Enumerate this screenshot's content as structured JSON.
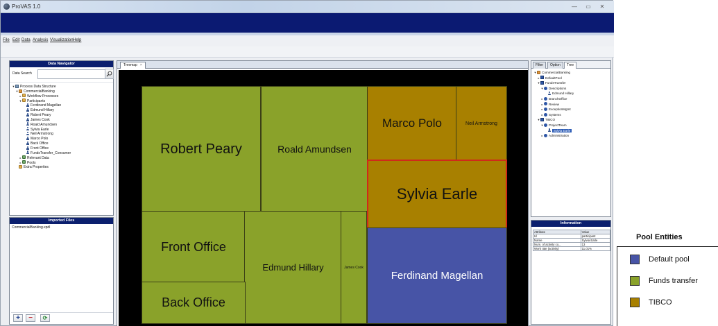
{
  "window": {
    "title": "ProVAS 1.0",
    "controls": {
      "minimize": "—",
      "maximize": "▭",
      "close": "✕"
    }
  },
  "menubar": {
    "items": [
      "File",
      "Edit",
      "Data",
      "Analysis",
      "Visualization",
      "Help"
    ]
  },
  "data_navigator": {
    "title": "Data Navigator",
    "search_label": "Data Search",
    "search_value": "",
    "tree": [
      {
        "label": "Process Data Structure",
        "level": 0,
        "toggle": "▼",
        "icon": "db-icon"
      },
      {
        "label": "CommercialBanking",
        "level": 1,
        "toggle": "▼",
        "icon": "pool-icon"
      },
      {
        "label": "Workflow Processes",
        "level": 2,
        "toggle": "▸",
        "icon": "folder-icon"
      },
      {
        "label": "Participants",
        "level": 2,
        "toggle": "▼",
        "icon": "folder-icon"
      },
      {
        "label": "Ferdinand Magellan",
        "level": 3,
        "toggle": "",
        "icon": "person-icon"
      },
      {
        "label": "Edmund Hillary",
        "level": 3,
        "toggle": "",
        "icon": "person-icon"
      },
      {
        "label": "Robert Peary",
        "level": 3,
        "toggle": "",
        "icon": "person-icon"
      },
      {
        "label": "James Cook",
        "level": 3,
        "toggle": "",
        "icon": "person-icon"
      },
      {
        "label": "Roald Amundsen",
        "level": 3,
        "toggle": "",
        "icon": "person-icon"
      },
      {
        "label": "Sylvia Earle",
        "level": 3,
        "toggle": "",
        "icon": "person-icon"
      },
      {
        "label": "Neil Armstrong",
        "level": 3,
        "toggle": "",
        "icon": "person-icon"
      },
      {
        "label": "Marco Polo",
        "level": 3,
        "toggle": "",
        "icon": "person-icon"
      },
      {
        "label": "Back Office",
        "level": 3,
        "toggle": "",
        "icon": "person-icon"
      },
      {
        "label": "Front Office",
        "level": 3,
        "toggle": "",
        "icon": "person-icon"
      },
      {
        "label": "FundsTransfer_Consumer",
        "level": 3,
        "toggle": "",
        "icon": "person-icon"
      },
      {
        "label": "Relevant Data",
        "level": 2,
        "toggle": "▸",
        "icon": "folder-green-icon"
      },
      {
        "label": "Pools",
        "level": 2,
        "toggle": "▸",
        "icon": "folder-green-icon"
      },
      {
        "label": "Extra Properties",
        "level": 1,
        "toggle": "",
        "icon": "folder-icon"
      }
    ]
  },
  "imported_files": {
    "title": "Imported Files",
    "files": [
      "CommercialBanking.xpdl"
    ],
    "buttons": {
      "add": "+",
      "remove": "−",
      "refresh": "⟳"
    }
  },
  "main_tab": {
    "label": "Treemap",
    "close": "×"
  },
  "treemap": {
    "cells": [
      {
        "label": "Robert Peary",
        "pool": "funds",
        "font": 20
      },
      {
        "label": "Roald Amundsen",
        "pool": "funds",
        "font": 14
      },
      {
        "label": "Marco Polo",
        "pool": "tibco",
        "font": 17
      },
      {
        "label": "Neil Armstrong",
        "pool": "tibco",
        "font": 7
      },
      {
        "label": "Sylvia Earle",
        "pool": "tibco",
        "font": 22,
        "selected": true
      },
      {
        "label": "Front Office",
        "pool": "funds",
        "font": 18
      },
      {
        "label": "Edmund Hillary",
        "pool": "funds",
        "font": 13
      },
      {
        "label": "James Cook",
        "pool": "funds",
        "font": 5
      },
      {
        "label": "Ferdinand Magellan",
        "pool": "default",
        "font": 15
      },
      {
        "label": "Back Office",
        "pool": "funds",
        "font": 18
      }
    ]
  },
  "right_panel": {
    "tabs": [
      "Filter",
      "Option",
      "Tree"
    ],
    "active_tab": "Tree",
    "tree": [
      {
        "label": "CommercialBanking",
        "level": 0,
        "toggle": "▼",
        "icon": "pool-icon"
      },
      {
        "label": "DefaultPool",
        "level": 1,
        "toggle": "▸",
        "icon": "square-blue-icon"
      },
      {
        "label": "FundsTransfer",
        "level": 1,
        "toggle": "▼",
        "icon": "square-blue-icon"
      },
      {
        "label": "Descriptions",
        "level": 2,
        "toggle": "▼",
        "icon": "circle-icon"
      },
      {
        "label": "Edmund Hillary",
        "level": 3,
        "toggle": "",
        "icon": "person-icon"
      },
      {
        "label": "BranchOffice",
        "level": 2,
        "toggle": "▸",
        "icon": "circle-icon"
      },
      {
        "label": "Review",
        "level": 2,
        "toggle": "▸",
        "icon": "circle-icon"
      },
      {
        "label": "ExceptionMgmt",
        "level": 2,
        "toggle": "▸",
        "icon": "circle-icon"
      },
      {
        "label": "Systems",
        "level": 2,
        "toggle": "▸",
        "icon": "circle-icon"
      },
      {
        "label": "TIBCO",
        "level": 1,
        "toggle": "▼",
        "icon": "square-blue-icon"
      },
      {
        "label": "ProjectTeam",
        "level": 2,
        "toggle": "▼",
        "icon": "circle-icon"
      },
      {
        "label": "Sylvia Earle",
        "level": 3,
        "toggle": "",
        "icon": "person-icon",
        "selected": true
      },
      {
        "label": "Administration",
        "level": 2,
        "toggle": "▸",
        "icon": "circle-icon"
      }
    ]
  },
  "information": {
    "title": "Information",
    "headers": [
      "Attribute",
      "Value"
    ],
    "rows": [
      [
        "Id",
        "participant"
      ],
      [
        "Name",
        "Sylvia Earle"
      ],
      [
        "Num. of activity co...",
        "13"
      ],
      [
        "Work rate (activity)",
        "11.01%"
      ]
    ]
  },
  "legend": {
    "title": "Pool Entities",
    "items": [
      {
        "label": "Default pool",
        "color": "#4754a6"
      },
      {
        "label": "Funds transfer",
        "color": "#8aa22a"
      },
      {
        "label": "TIBCO",
        "color": "#a88000"
      }
    ]
  },
  "colors": {
    "banner": "#0b1a72",
    "panel_header": "#0b1f6e",
    "funds": "#8aa22a",
    "tibco": "#a88000",
    "default": "#4754a6",
    "selection": "#d02a1a"
  }
}
